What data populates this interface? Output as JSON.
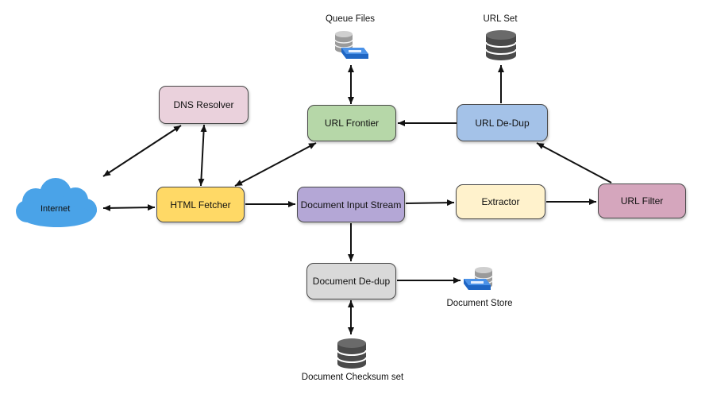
{
  "nodes": {
    "dns_resolver": "DNS Resolver",
    "url_frontier": "URL Frontier",
    "url_dedup": "URL De-Dup",
    "internet": "Internet",
    "html_fetcher": "HTML Fetcher",
    "doc_input_stream": "Document Input Stream",
    "extractor": "Extractor",
    "url_filter": "URL Filter",
    "doc_dedup": "Document De-dup"
  },
  "stores": {
    "queue_files": "Queue Files",
    "url_set": "URL Set",
    "document_store": "Document Store",
    "doc_checksum_set": "Document Checksum set"
  },
  "colors": {
    "dns_resolver": "#ead1dc",
    "url_frontier": "#b6d7a8",
    "url_dedup": "#a4c2e8",
    "html_fetcher": "#ffd966",
    "doc_input_stream": "#b4a7d6",
    "extractor": "#fff2cc",
    "url_filter": "#d5a6bd",
    "doc_dedup": "#d9d9d9",
    "cloud": "#4aa3e8"
  }
}
